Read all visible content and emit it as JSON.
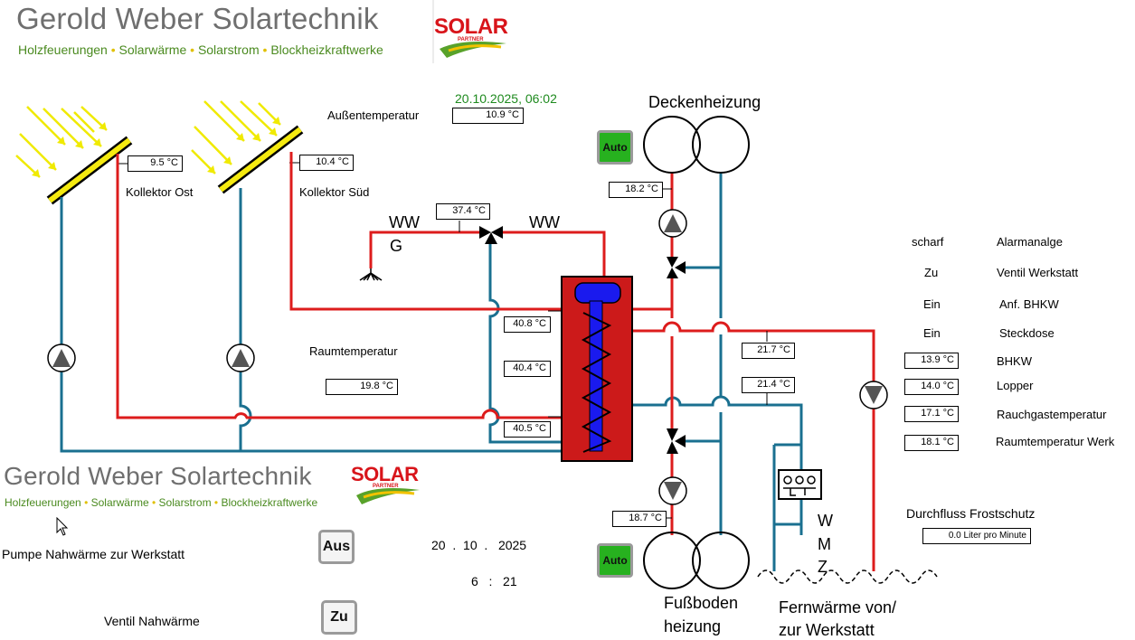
{
  "header": {
    "company": "Gerold Weber Solartechnik",
    "tagline": [
      "Holzfeuerungen",
      "Solarwärme",
      "Solarstrom",
      "Blockheizkraftwerke"
    ],
    "logo_text": "SOLAR",
    "logo_sub": "PARTNER",
    "datetime": "20.10.2025,  06:02"
  },
  "colors": {
    "hot": "#dd1c1c",
    "cold": "#1a7090",
    "green_text": "#1e8a1e",
    "auto_green": "#27b11f"
  },
  "collectors": [
    {
      "label": "Kollektor Ost",
      "temp": "9.5 °C"
    },
    {
      "label": "Kollektor Süd",
      "temp": "10.4 °C"
    }
  ],
  "outside": {
    "label": "Außentemperatur",
    "temp": "10.9 °C"
  },
  "room": {
    "label": "Raumtemperatur",
    "temp": "19.8 °C"
  },
  "mixer": {
    "temp": "37.4 °C",
    "ww_left": "WW",
    "g_label": "G",
    "ww_right": "WW"
  },
  "storage": {
    "temps": [
      "40.8 °C",
      "40.4 °C",
      "40.5 °C"
    ]
  },
  "ceiling": {
    "label": "Deckenheizung",
    "mode": "Auto",
    "temp": "18.2 °C"
  },
  "floor": {
    "label_line1": "Fußboden",
    "label_line2": "heizung",
    "mode": "Auto",
    "temp": "18.7 °C"
  },
  "district": {
    "temp1": "21.7 °C",
    "temp2": "21.4 °C",
    "label_line1": "Fernwärme von/",
    "label_line2": "zur Werkstatt",
    "wmz": [
      "W",
      "M",
      "Z"
    ]
  },
  "status": [
    {
      "value": "scharf",
      "label": "Alarmanalge"
    },
    {
      "value": "Zu",
      "label": "Ventil Werkstatt"
    },
    {
      "value": "Ein",
      "label": "Anf. BHKW"
    },
    {
      "value": "Ein",
      "label": "Steckdose"
    }
  ],
  "readings": [
    {
      "value": "13.9 °C",
      "label": "BHKW"
    },
    {
      "value": "14.0 °C",
      "label": "Lopper"
    },
    {
      "value": "17.1 °C",
      "label": "Rauchgastemperatur"
    },
    {
      "value": "18.1 °C",
      "label": "Raumtemperatur Werk"
    }
  ],
  "flow": {
    "label": "Durchfluss Frostschutz",
    "value": "0.0 Liter pro Minute"
  },
  "controls": {
    "pump_label": "Pumpe  Nahwärme zur Werkstatt",
    "pump_button": "Aus",
    "valve_label": "Ventil Nahwärme",
    "valve_button": "Zu",
    "date": {
      "day": "20",
      "month": "10",
      "year": "2025",
      "hour": "6",
      "minute": "21"
    }
  }
}
